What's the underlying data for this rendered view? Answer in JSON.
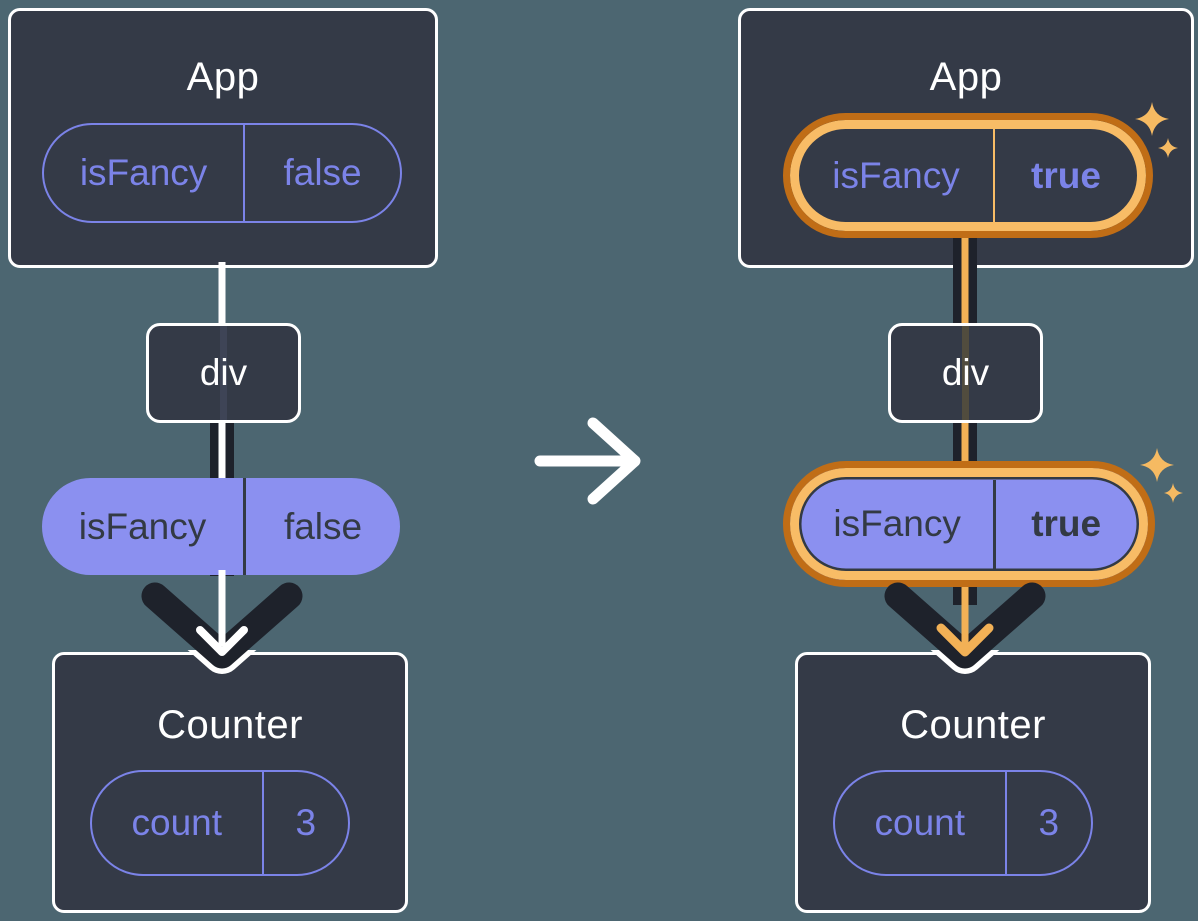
{
  "left_diagram": {
    "app": {
      "title": "App",
      "state_pill": {
        "key": "isFancy",
        "value": "false"
      }
    },
    "div_node": {
      "label": "div"
    },
    "prop_pill": {
      "key": "isFancy",
      "value": "false"
    },
    "counter": {
      "title": "Counter",
      "state_pill": {
        "key": "count",
        "value": "3"
      }
    }
  },
  "right_diagram": {
    "app": {
      "title": "App",
      "state_pill": {
        "key": "isFancy",
        "value": "true"
      }
    },
    "div_node": {
      "label": "div"
    },
    "prop_pill": {
      "key": "isFancy",
      "value": "true"
    },
    "counter": {
      "title": "Counter",
      "state_pill": {
        "key": "count",
        "value": "3"
      }
    }
  },
  "icons": {
    "transition_arrow": "arrow-right-icon",
    "highlight_sparkles": "sparkle-icon",
    "prop_flow": "down-arrow-pipe-icon"
  },
  "colors": {
    "background": "#4c6671",
    "component_fill": "#343a47",
    "component_border": "#ffffff",
    "state_purple": "#7b83e8",
    "prop_purple_fill": "#8b90f0",
    "dark_text": "#333a44",
    "flow_dark": "#1e222b",
    "highlight_orange_dark": "#c06d16",
    "highlight_orange_light": "#f8bc66",
    "sparkle_orange": "#f6ba62"
  }
}
